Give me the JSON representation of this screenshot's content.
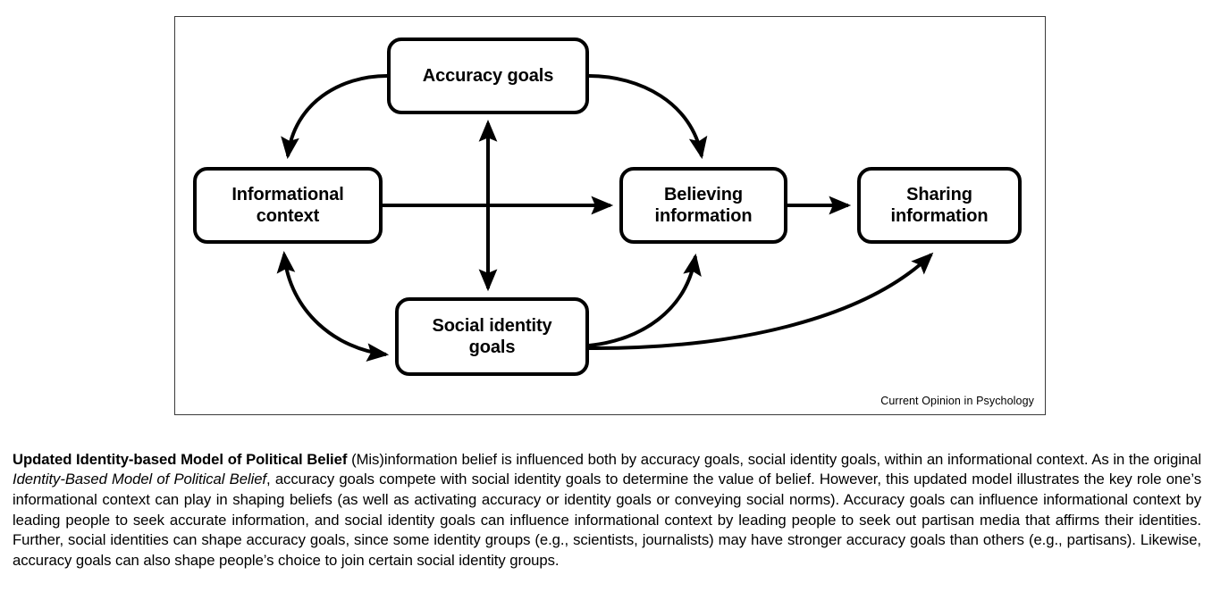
{
  "figure": {
    "journal_credit": "Current Opinion in Psychology",
    "nodes": [
      {
        "id": "accuracy-goals",
        "label": "Accuracy goals"
      },
      {
        "id": "informational-context",
        "label": "Informational\ncontext"
      },
      {
        "id": "believing-information",
        "label": "Believing\ninformation"
      },
      {
        "id": "sharing-information",
        "label": "Sharing\ninformation"
      },
      {
        "id": "social-identity-goals",
        "label": "Social identity\ngoals"
      }
    ],
    "edges": [
      {
        "from": "accuracy-goals",
        "to": "informational-context",
        "style": "curved",
        "direction": "one-way"
      },
      {
        "from": "accuracy-goals",
        "to": "believing-information",
        "style": "curved",
        "direction": "one-way"
      },
      {
        "from": "informational-context",
        "to": "believing-information",
        "style": "straight",
        "direction": "one-way"
      },
      {
        "from": "believing-information",
        "to": "sharing-information",
        "style": "straight",
        "direction": "one-way"
      },
      {
        "from": "accuracy-goals",
        "to": "social-identity-goals",
        "style": "straight",
        "direction": "two-way"
      },
      {
        "from": "informational-context",
        "to": "social-identity-goals",
        "style": "curved",
        "direction": "two-way"
      },
      {
        "from": "social-identity-goals",
        "to": "believing-information",
        "style": "curved",
        "direction": "one-way"
      },
      {
        "from": "social-identity-goals",
        "to": "sharing-information",
        "style": "curved",
        "direction": "one-way"
      }
    ],
    "colors": {
      "node_border": "#000000",
      "node_fill": "#ffffff",
      "arrow": "#000000",
      "frame_border": "#3a3a3a",
      "background": "#ffffff"
    }
  },
  "caption": {
    "title": "Updated Identity-based Model of Political Belief",
    "segment_1": " (Mis)information belief is influenced both by accuracy goals, social identity goals, within an informational context. As in the original ",
    "italic_1": "Identity-Based Model of Political Belief",
    "segment_2": ", accuracy goals compete with social identity goals to determine the value of belief. However, this updated model illustrates the key role one’s informational context can play in shaping beliefs (as well as activating accuracy or identity goals or conveying social norms). Accuracy goals can influence informational context by leading people to seek accurate information, and social identity goals can influence informational context by leading people to seek out partisan media that affirms their identities. Further, social identities can shape accuracy goals, since some identity groups (e.g., scientists, journalists) may have stronger accuracy goals than others (e.g., partisans). Likewise, accuracy goals can also shape people’s choice to join certain social identity groups."
  }
}
